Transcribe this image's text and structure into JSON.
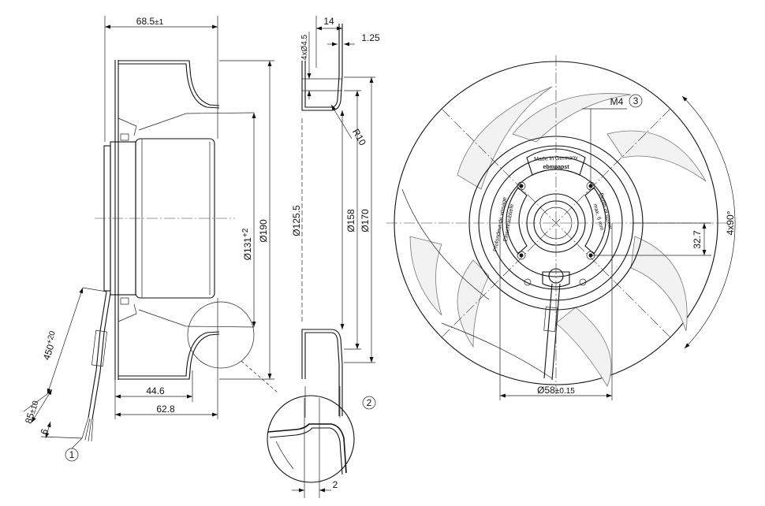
{
  "dimensions": {
    "side_width": "68.5",
    "side_width_tol": "±1",
    "d131": "Ø131",
    "d131_tol": "+2",
    "d190": "Ø190",
    "d44_6": "44.6",
    "d62_8": "62.8",
    "cable_len": "450",
    "cable_len_tol": "+20",
    "strip_len": "85",
    "strip_len_tol": "±10",
    "strip_end": "6",
    "ring_width": "14",
    "ring_thk": "1.25",
    "holes": "4xØ4.5",
    "radius": "R10",
    "d125_5": "Ø125.5",
    "d158": "Ø158",
    "d170": "Ø170",
    "detail_gap": "2",
    "thread": "M4",
    "offset": "32.7",
    "angle": "4x90°",
    "hub_dia": "Ø58",
    "hub_dia_tol": "±0.15"
  },
  "callouts": {
    "c1": "1",
    "c2": "2",
    "c3": "3"
  },
  "labels": {
    "made_in": "Made in Germany",
    "brand": "ebmpapst",
    "depth": "Depth of screw",
    "depth_val": "max. 6 mm",
    "prof": "Profondeur de vissage",
    "einschraub": "Einschraubtiefe"
  }
}
